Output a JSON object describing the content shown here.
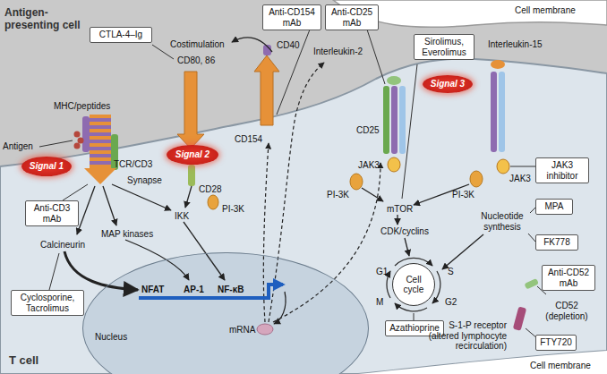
{
  "diagram": {
    "nodes": [
      {
        "text": [
          "Anti-CD154 mAb"
        ]
      },
      {
        "text": [
          "Anti-CD25 mAb"
        ]
      },
      {
        "text": [
          "CTLA-4–Ig"
        ]
      },
      {
        "text": [
          "Sirolimus, Everolimus"
        ]
      },
      {
        "text": [
          "Signal 3"
        ]
      },
      {
        "text": [
          "Signal 2"
        ]
      },
      {
        "text": [
          "Signal 1"
        ]
      },
      {
        "text": [
          "JAK3 inhibitor"
        ]
      },
      {
        "text": [
          "MPA"
        ]
      },
      {
        "text": [
          "FK778"
        ]
      },
      {
        "text": [
          "Anti-CD3 mAb"
        ]
      },
      {
        "text": [
          "Anti-CD52 mAb"
        ]
      },
      {
        "text": [
          "Cyclosporine, Tacrolimus"
        ]
      },
      {
        "text": [
          "Cell cycle"
        ]
      },
      {
        "text": [
          "Azathioprine"
        ]
      },
      {
        "text": [
          "FTY720"
        ]
      },
      {
        "text": [
          "Nucleus"
        ]
      }
    ],
    "labels": [
      "Antigen-presenting cell",
      "Cell membrane",
      "Costimulation",
      "CD80, 86",
      "CD40",
      "Interleukin-2",
      "Interleukin-15",
      "MHC/peptides",
      "CD25",
      "CD154",
      "Antigen",
      "TCR/CD3",
      "JAK3",
      "JAK3",
      "Synapse",
      "CD28",
      "PI-3K",
      "PI-3K",
      "PI-3K",
      "mTOR",
      "IKK",
      "Nucleotide synthesis",
      "CDK/cyclins",
      "MAP kinases",
      "Calcineurin",
      "G1",
      "S",
      "M",
      "G2",
      "NFAT",
      "AP-1",
      "NF-κB",
      "CD52 (depletion)",
      "mRNA",
      "S-1-P receptor (altered lymphocyte recirculation)",
      "Cell membrane",
      "T cell"
    ]
  }
}
